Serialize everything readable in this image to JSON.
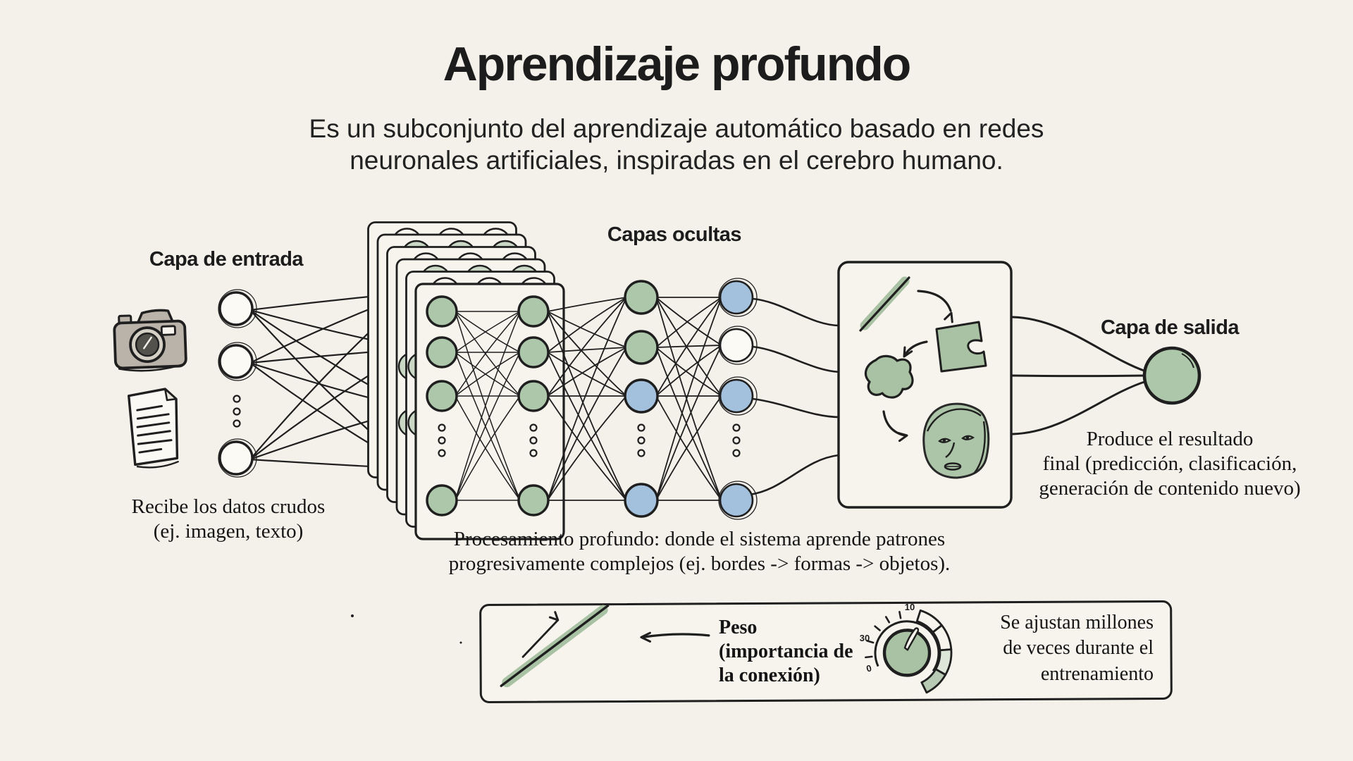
{
  "title": "Aprendizaje profundo",
  "subtitle": "Es un subconjunto del aprendizaje automático basado en redes\nneuronales artificiales, inspiradas en el cerebro humano.",
  "diagram": {
    "input_layer": {
      "label": "Capa de entrada",
      "caption": "Recibe los datos crudos\n(ej. imagen, texto)",
      "icons": [
        "camera-icon",
        "document-icon"
      ]
    },
    "hidden_layers": {
      "label": "Capas ocultas",
      "caption": "Procesamiento profundo: donde el sistema aprende patrones\nprogresivamente complejos (ej. bordes -> formas -> objetos)."
    },
    "output_layer": {
      "label": "Capa de salida",
      "caption": "Produce el resultado\nfinal (predicción, clasificación,\ngeneración de contenido nuevo)",
      "icons": [
        "edge-line-icon",
        "puzzle-icon",
        "blob-icon",
        "face-icon"
      ]
    }
  },
  "legend": {
    "weight_label": "Peso\n(importancia de\nla conexión)",
    "training_label": "Se ajustan millones\nde veces durante el\nentrenamiento",
    "knob_scale": {
      "top": "10",
      "left": "30",
      "bottom": "0"
    },
    "icons": [
      "weight-line-icon",
      "left-arrow-icon",
      "knob-icon"
    ]
  },
  "colors": {
    "background": "#f4f1ea",
    "card": "#f7f4ed",
    "ink": "#1f1f1f",
    "node_green": "#adc7aa",
    "node_blue": "#a3c1dd",
    "light_green": "#c9d7c4",
    "sage": "#a9c2a4",
    "camera_grey": "#b9b3aa",
    "node_white": "#fcfaf5"
  }
}
